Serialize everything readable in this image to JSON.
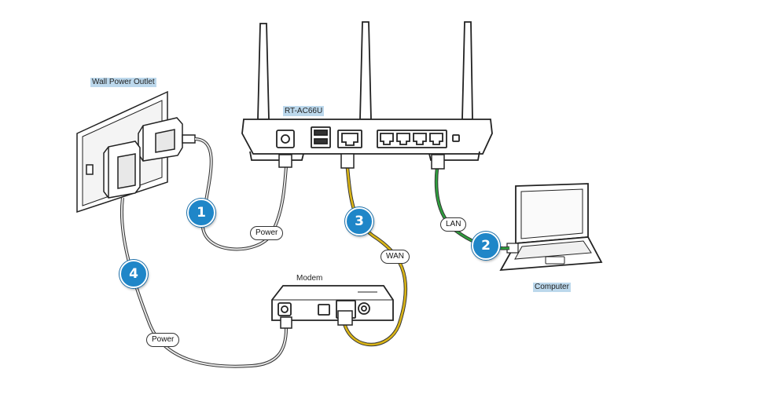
{
  "labels": {
    "wall_outlet": "Wall Power Outlet",
    "router_model": "RT-AC66U",
    "modem": "Modem",
    "computer": "Computer",
    "power_router": "Power",
    "power_modem": "Power",
    "wan": "WAN",
    "lan": "LAN"
  },
  "steps": [
    "1",
    "2",
    "3",
    "4"
  ],
  "colors": {
    "badge": "#1f86c8",
    "wan_cable": "#d9b416",
    "lan_cable": "#2f9e3e",
    "power_cable": "#555555"
  }
}
